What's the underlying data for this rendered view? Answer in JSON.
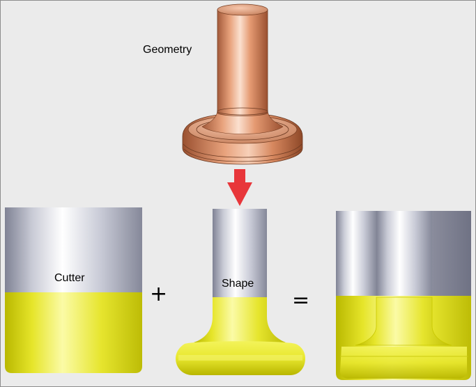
{
  "labels": {
    "geometry": "Geometry",
    "cutter": "Cutter",
    "shape": "Shape"
  },
  "operators": {
    "plus": "+",
    "equals": "="
  },
  "colors": {
    "background": "#ebebeb",
    "copper": "#d9906a",
    "metal": "#b9bccb",
    "yellow": "#e6e628",
    "arrow": "#e8363a"
  },
  "icons": {
    "arrow": "arrow-down-icon"
  }
}
